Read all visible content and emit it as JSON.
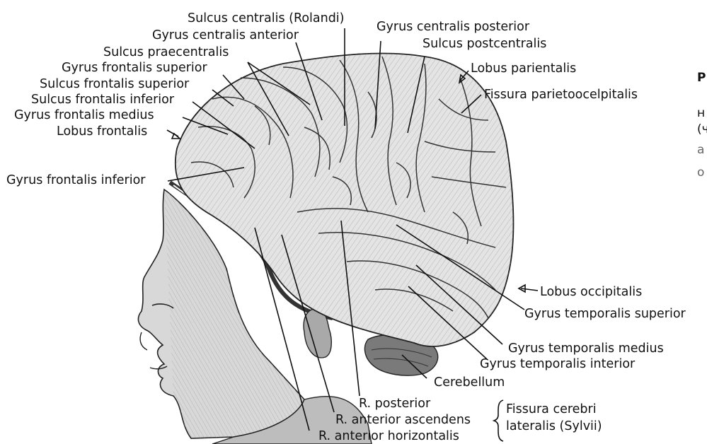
{
  "labels": {
    "sulcus_centralis": "Sulcus centralis (Rolandi)",
    "gyrus_centralis_anterior": "Gyrus centralis anterior",
    "sulcus_praecentralis": "Sulcus praecentralis",
    "gyrus_frontalis_superior": "Gyrus frontalis superior",
    "sulcus_frontalis_superior": "Sulcus frontalis superior",
    "sulcus_frontalis_inferior": "Sulcus frontalis inferior",
    "gyrus_frontalis_medius": "Gyrus frontalis medius",
    "lobus_frontalis": "Lobus frontalis",
    "gyrus_frontalis_inferior": "Gyrus frontalis inferior",
    "gyrus_centralis_posterior": "Gyrus centralis posterior",
    "sulcus_postcentralis": "Sulcus postcentralis",
    "lobus_parientalis": "Lobus parientalis",
    "fissura_parietooccipitalis": "Fissura parietoocelpitalis",
    "lobus_occipitalis": "Lobus occipitalis",
    "gyrus_temporalis_superior": "Gyrus temporalis superior",
    "gyrus_temporalis_medius": "Gyrus temporalis medius",
    "gyrus_temporalis_interior": "Gyrus temporalis interior",
    "cerebellum": "Cerebellum",
    "r_posterior": "R. posterior",
    "r_anterior_ascendens": "R. anterior ascendens",
    "r_anterior_horizontalis": "R. anterior horizontalis",
    "fissura_cerebri": "Fissura cerebri",
    "lateralis_sylvii": "lateralis (Sylvii)"
  },
  "caption": {
    "line1": "P",
    "line2": "н",
    "line3": "(ч",
    "line4": "a",
    "line5": "о"
  }
}
